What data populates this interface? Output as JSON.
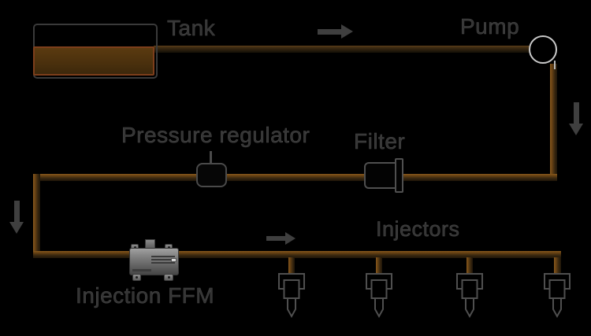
{
  "diagram": {
    "background": "#000000",
    "labels": {
      "tank": "Tank",
      "pump": "Pump",
      "pressure_regulator": "Pressure regulator",
      "filter": "Filter",
      "injectors": "Injectors",
      "injection_ffm": "Injection FFM"
    },
    "injector_count": 4,
    "colors": {
      "pipe_highlight": "#8a5a1e",
      "pipe_body": "#3a2810",
      "fuel_fill": "#4a300d",
      "fuel_border": "#7d3e1b",
      "component_outline": "#4f4f4f",
      "pump_outline": "#c9c9c9",
      "label_text": "#343434",
      "arrow": "#3f3f3f",
      "device_gray": "#8e8e8e"
    }
  }
}
